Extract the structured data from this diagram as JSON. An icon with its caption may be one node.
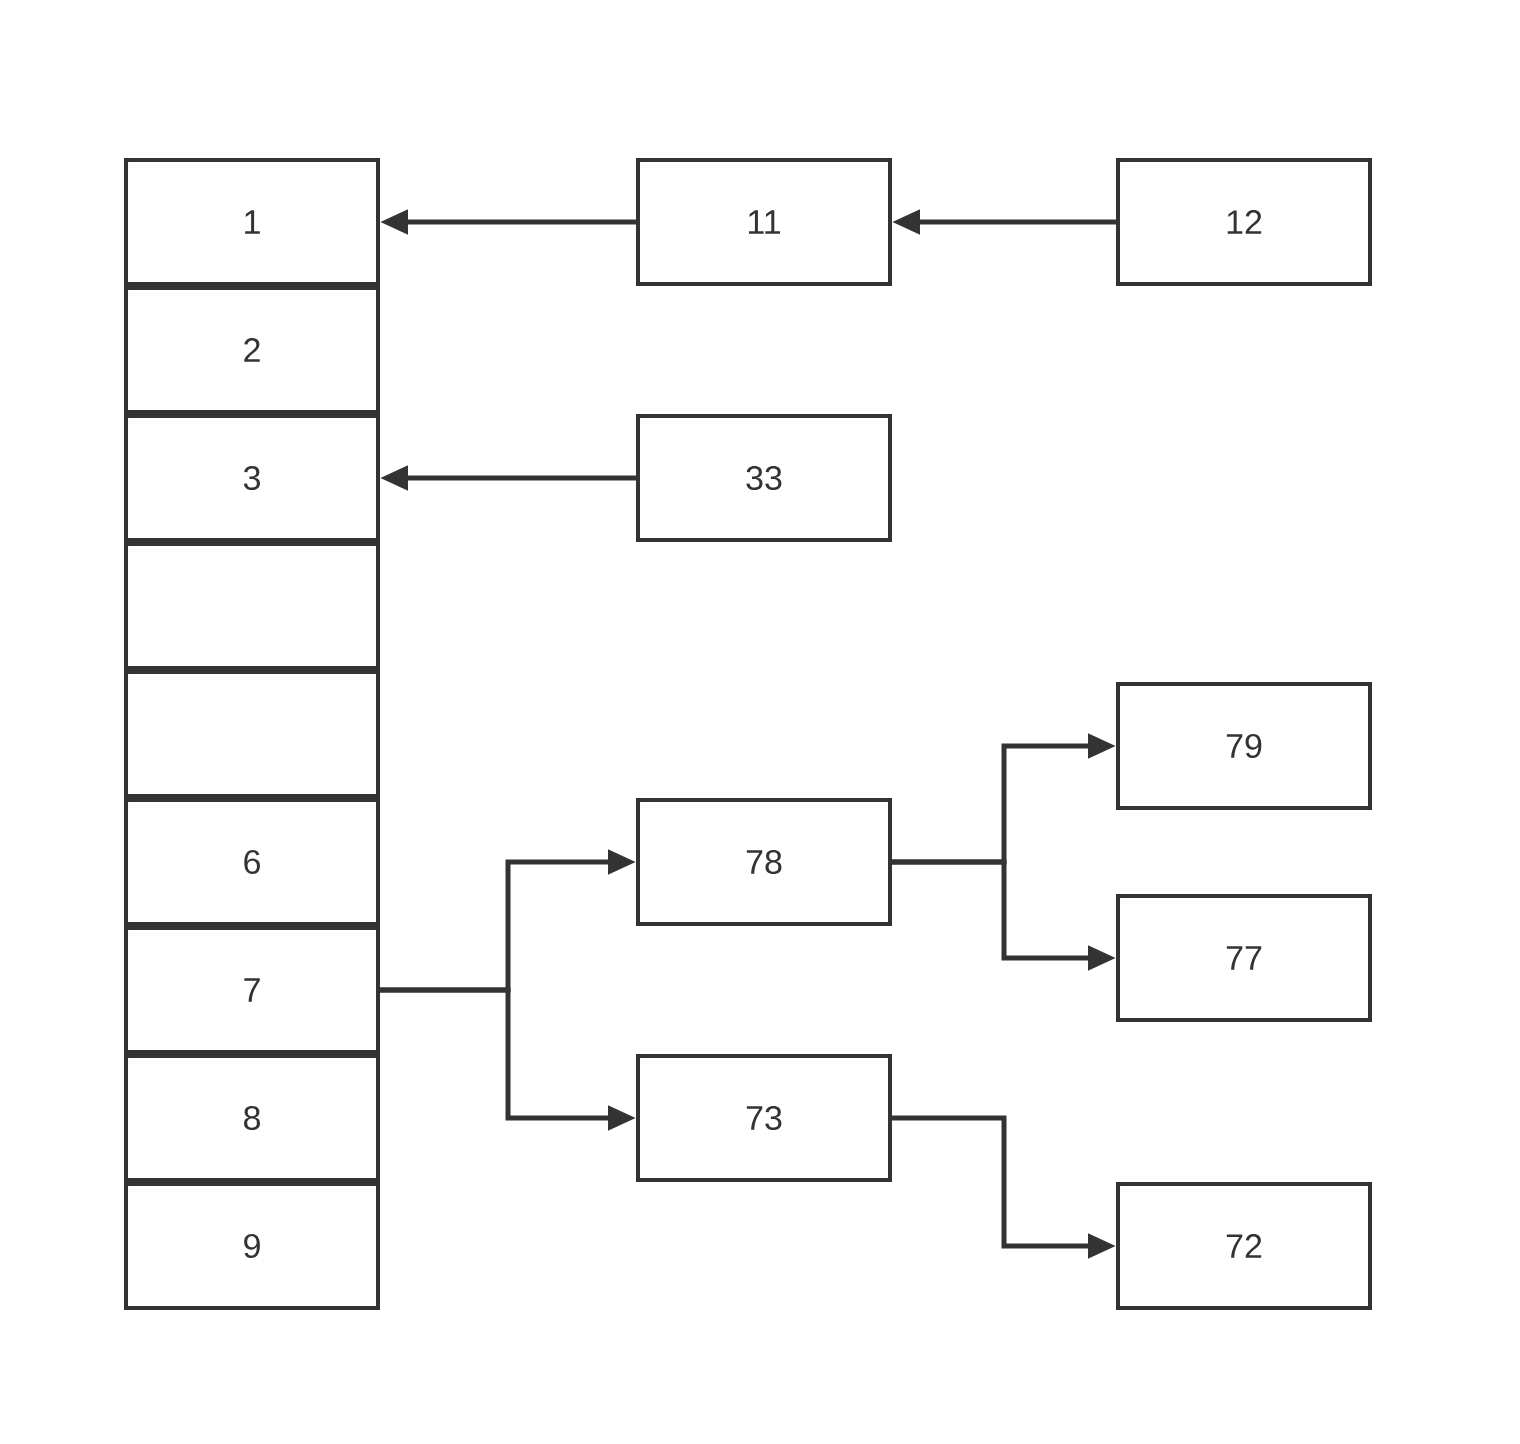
{
  "diagram": {
    "nodes": [
      {
        "text": [
          "1"
        ]
      },
      {
        "text": [
          "2"
        ]
      },
      {
        "text": [
          "3"
        ]
      },
      {
        "text": [],
        "shape": "box"
      },
      {
        "text": [],
        "shape": "box"
      },
      {
        "text": [
          "6"
        ]
      },
      {
        "text": [
          "7"
        ]
      },
      {
        "text": [
          "8"
        ]
      },
      {
        "text": [
          "9"
        ]
      },
      {
        "text": [
          "11"
        ]
      },
      {
        "text": [
          "12"
        ]
      },
      {
        "text": [
          "33"
        ]
      },
      {
        "text": [
          "78"
        ]
      },
      {
        "text": [
          "73"
        ]
      },
      {
        "text": [
          "79"
        ]
      },
      {
        "text": [
          "77"
        ]
      },
      {
        "text": [
          "72"
        ]
      }
    ],
    "edges": [
      {
        "from": 10,
        "to": 9,
        "arrow": "to"
      },
      {
        "from": 9,
        "to": 0,
        "arrow": "to"
      },
      {
        "from": 11,
        "to": 2,
        "arrow": "to"
      },
      {
        "from": 6,
        "to": 12,
        "arrow": "to"
      },
      {
        "from": 6,
        "to": 13,
        "arrow": "to"
      },
      {
        "from": 12,
        "to": 14,
        "arrow": "to"
      },
      {
        "from": 12,
        "to": 15,
        "arrow": "to"
      },
      {
        "from": 13,
        "to": 16,
        "arrow": "to"
      }
    ]
  }
}
